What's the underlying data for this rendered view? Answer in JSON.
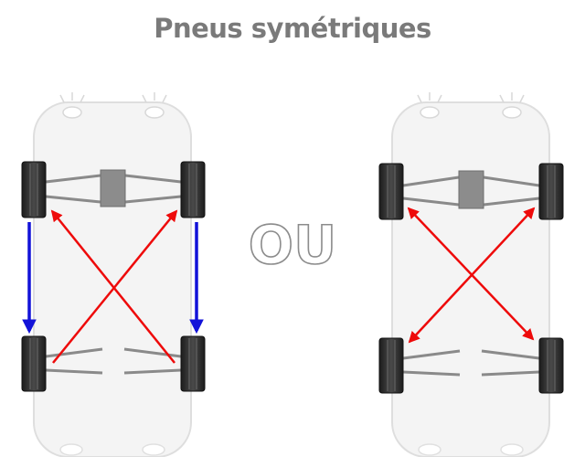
{
  "title": "Pneus symétriques",
  "separator": "OU",
  "colors": {
    "title": "#7a7a7a",
    "car_body": "#f4f4f4",
    "car_outline": "#dedede",
    "tire": "#2b2b2b",
    "axle": "#8a8a8a",
    "diff": "#8c8c8c",
    "arrow_red": "#ee0a0a",
    "arrow_blue": "#1212d8"
  },
  "layouts": [
    {
      "name": "rotation-front-to-rear-cross",
      "arrows": [
        {
          "from": "front-left",
          "to": "rear-left",
          "color": "blue",
          "direction": "one-way"
        },
        {
          "from": "front-right",
          "to": "rear-right",
          "color": "blue",
          "direction": "one-way"
        },
        {
          "from": "rear-left",
          "to": "front-right",
          "color": "red",
          "direction": "one-way"
        },
        {
          "from": "rear-right",
          "to": "front-left",
          "color": "red",
          "direction": "one-way"
        }
      ]
    },
    {
      "name": "rotation-diagonal-swap",
      "arrows": [
        {
          "from": "front-left",
          "to": "rear-right",
          "color": "red",
          "direction": "two-way"
        },
        {
          "from": "front-right",
          "to": "rear-left",
          "color": "red",
          "direction": "two-way"
        }
      ]
    }
  ]
}
